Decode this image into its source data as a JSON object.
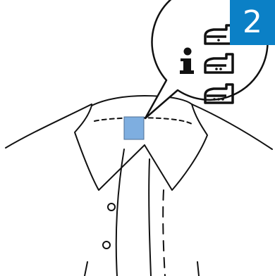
{
  "step_badge": {
    "number": "2",
    "color": "#0b80c6",
    "text_color": "#ffffff"
  },
  "illustration": {
    "subject": "shirt",
    "label_color": "#7eaee0",
    "line_color": "#111111"
  },
  "callout": {
    "info_icon": "info-icon",
    "iron_icons": [
      {
        "name": "iron-one-dot-icon",
        "dots": 1
      },
      {
        "name": "iron-two-dots-icon",
        "dots": 2
      },
      {
        "name": "iron-three-dots-icon",
        "dots": 3
      }
    ]
  }
}
